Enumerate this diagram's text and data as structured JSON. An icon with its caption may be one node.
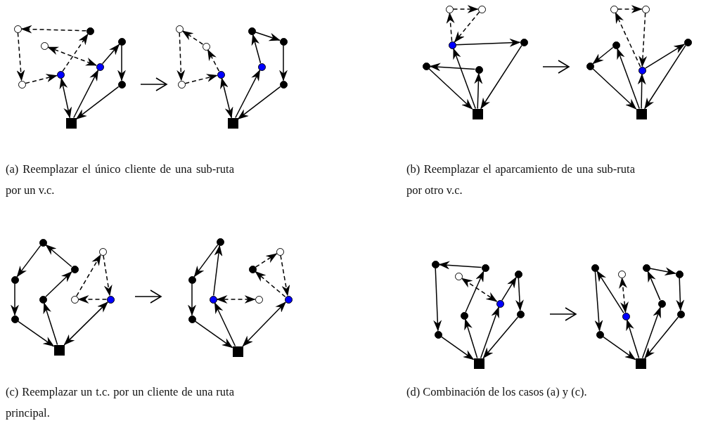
{
  "diagram": {
    "nodes": [
      {
        "text": [],
        "shape": "circle"
      },
      {
        "text": [],
        "shape": "circle"
      },
      {
        "text": [],
        "shape": "circle"
      },
      {
        "text": [],
        "shape": "circle"
      },
      {
        "text": [],
        "shape": "circle"
      },
      {
        "text": [],
        "shape": "circle"
      },
      {
        "text": [],
        "shape": "circle"
      },
      {
        "text": [],
        "shape": "circle"
      },
      {
        "text": [],
        "shape": "box"
      },
      {
        "text": [],
        "shape": "circle"
      },
      {
        "text": [],
        "shape": "circle"
      },
      {
        "text": [],
        "shape": "circle"
      },
      {
        "text": [],
        "shape": "circle"
      },
      {
        "text": [],
        "shape": "circle"
      },
      {
        "text": [],
        "shape": "circle"
      },
      {
        "text": [],
        "shape": "circle"
      },
      {
        "text": [],
        "shape": "circle"
      },
      {
        "text": [],
        "shape": "box"
      },
      {
        "text": [],
        "shape": "circle"
      },
      {
        "text": [],
        "shape": "circle"
      },
      {
        "text": [],
        "shape": "circle"
      },
      {
        "text": [],
        "shape": "circle"
      },
      {
        "text": [],
        "shape": "circle"
      },
      {
        "text": [],
        "shape": "circle"
      },
      {
        "text": [],
        "shape": "box"
      },
      {
        "text": [],
        "shape": "circle"
      },
      {
        "text": [],
        "shape": "circle"
      },
      {
        "text": [],
        "shape": "circle"
      },
      {
        "text": [],
        "shape": "circle"
      },
      {
        "text": [],
        "shape": "circle"
      },
      {
        "text": [],
        "shape": "circle"
      },
      {
        "text": [],
        "shape": "box"
      },
      {
        "text": [],
        "shape": "circle"
      },
      {
        "text": [],
        "shape": "circle"
      },
      {
        "text": [],
        "shape": "circle"
      },
      {
        "text": [],
        "shape": "circle"
      },
      {
        "text": [],
        "shape": "circle"
      },
      {
        "text": [],
        "shape": "circle"
      },
      {
        "text": [],
        "shape": "circle"
      },
      {
        "text": [],
        "shape": "circle"
      },
      {
        "text": [],
        "shape": "box"
      },
      {
        "text": [],
        "shape": "circle"
      },
      {
        "text": [],
        "shape": "circle"
      },
      {
        "text": [],
        "shape": "circle"
      },
      {
        "text": [],
        "shape": "circle"
      },
      {
        "text": [],
        "shape": "circle"
      },
      {
        "text": [],
        "shape": "circle"
      },
      {
        "text": [],
        "shape": "circle"
      },
      {
        "text": [],
        "shape": "circle"
      },
      {
        "text": [],
        "shape": "box"
      },
      {
        "text": [],
        "shape": "circle"
      },
      {
        "text": [],
        "shape": "circle"
      },
      {
        "text": [],
        "shape": "circle"
      },
      {
        "text": [],
        "shape": "circle"
      },
      {
        "text": [],
        "shape": "circle"
      },
      {
        "text": [],
        "shape": "circle"
      },
      {
        "text": [],
        "shape": "circle"
      },
      {
        "text": [],
        "shape": "circle"
      },
      {
        "text": [],
        "shape": "box"
      },
      {
        "text": [],
        "shape": "circle"
      },
      {
        "text": [],
        "shape": "circle"
      },
      {
        "text": [],
        "shape": "circle"
      },
      {
        "text": [],
        "shape": "circle"
      },
      {
        "text": [],
        "shape": "circle"
      },
      {
        "text": [],
        "shape": "circle"
      },
      {
        "text": [],
        "shape": "circle"
      },
      {
        "text": [],
        "shape": "circle"
      },
      {
        "text": [],
        "shape": "box"
      }
    ],
    "edges": [
      {
        "from": 1,
        "to": 0,
        "arrow": "to",
        "style": "dashed"
      },
      {
        "from": 0,
        "to": 6,
        "arrow": "to",
        "style": "dashed"
      },
      {
        "from": 6,
        "to": 5,
        "arrow": "to",
        "style": "dashed"
      },
      {
        "from": 5,
        "to": 1,
        "arrow": "to",
        "style": "dashed"
      },
      {
        "from": 2,
        "to": 4,
        "arrow": "both",
        "style": "dashed"
      },
      {
        "from": 5,
        "to": 8,
        "arrow": "both"
      },
      {
        "from": 8,
        "to": 4,
        "arrow": "to"
      },
      {
        "from": 4,
        "to": 3,
        "arrow": "to"
      },
      {
        "from": 3,
        "to": 7,
        "arrow": "to"
      },
      {
        "from": 7,
        "to": 8,
        "arrow": "to"
      },
      {
        "from": 12,
        "to": 9,
        "arrow": "to",
        "style": "dashed"
      },
      {
        "from": 14,
        "to": 12,
        "arrow": "to",
        "style": "dashed"
      },
      {
        "from": 9,
        "to": 15,
        "arrow": "to",
        "style": "dashed"
      },
      {
        "from": 15,
        "to": 14,
        "arrow": "to",
        "style": "dashed"
      },
      {
        "from": 14,
        "to": 17,
        "arrow": "both"
      },
      {
        "from": 17,
        "to": 13,
        "arrow": "to"
      },
      {
        "from": 13,
        "to": 10,
        "arrow": "to"
      },
      {
        "from": 10,
        "to": 11,
        "arrow": "to"
      },
      {
        "from": 11,
        "to": 16,
        "arrow": "to"
      },
      {
        "from": 16,
        "to": 17,
        "arrow": "to"
      },
      {
        "from": 18,
        "to": 19,
        "arrow": "to",
        "style": "dashed"
      },
      {
        "from": 19,
        "to": 21,
        "arrow": "to",
        "style": "dashed"
      },
      {
        "from": 21,
        "to": 18,
        "arrow": "to",
        "style": "dashed"
      },
      {
        "from": 21,
        "to": 20,
        "arrow": "to"
      },
      {
        "from": 20,
        "to": 24,
        "arrow": "to"
      },
      {
        "from": 24,
        "to": 21,
        "arrow": "to"
      },
      {
        "from": 23,
        "to": 22,
        "arrow": "to"
      },
      {
        "from": 22,
        "to": 24,
        "arrow": "to"
      },
      {
        "from": 24,
        "to": 23,
        "arrow": "to"
      },
      {
        "from": 25,
        "to": 26,
        "arrow": "to",
        "style": "dashed"
      },
      {
        "from": 26,
        "to": 30,
        "arrow": "to",
        "style": "dashed"
      },
      {
        "from": 30,
        "to": 25,
        "arrow": "to",
        "style": "dashed"
      },
      {
        "from": 30,
        "to": 27,
        "arrow": "to"
      },
      {
        "from": 27,
        "to": 31,
        "arrow": "to"
      },
      {
        "from": 31,
        "to": 28,
        "arrow": "to"
      },
      {
        "from": 28,
        "to": 29,
        "arrow": "to"
      },
      {
        "from": 29,
        "to": 31,
        "arrow": "to"
      },
      {
        "from": 31,
        "to": 30,
        "arrow": "to"
      },
      {
        "from": 32,
        "to": 35,
        "arrow": "to"
      },
      {
        "from": 35,
        "to": 39,
        "arrow": "to"
      },
      {
        "from": 39,
        "to": 40,
        "arrow": "to"
      },
      {
        "from": 40,
        "to": 36,
        "arrow": "to"
      },
      {
        "from": 36,
        "to": 34,
        "arrow": "to"
      },
      {
        "from": 34,
        "to": 32,
        "arrow": "to"
      },
      {
        "from": 37,
        "to": 33,
        "arrow": "to",
        "style": "dashed"
      },
      {
        "from": 33,
        "to": 38,
        "arrow": "to",
        "style": "dashed"
      },
      {
        "from": 38,
        "to": 37,
        "arrow": "to",
        "style": "dashed"
      },
      {
        "from": 40,
        "to": 38,
        "arrow": "both"
      },
      {
        "from": 41,
        "to": 44,
        "arrow": "to"
      },
      {
        "from": 44,
        "to": 48,
        "arrow": "to"
      },
      {
        "from": 48,
        "to": 49,
        "arrow": "to"
      },
      {
        "from": 49,
        "to": 45,
        "arrow": "to"
      },
      {
        "from": 45,
        "to": 41,
        "arrow": "to"
      },
      {
        "from": 45,
        "to": 46,
        "arrow": "both",
        "style": "dashed"
      },
      {
        "from": 43,
        "to": 42,
        "arrow": "to",
        "style": "dashed"
      },
      {
        "from": 42,
        "to": 47,
        "arrow": "to",
        "style": "dashed"
      },
      {
        "from": 47,
        "to": 43,
        "arrow": "to",
        "style": "dashed"
      },
      {
        "from": 49,
        "to": 47,
        "arrow": "both"
      },
      {
        "from": 51,
        "to": 50,
        "arrow": "to"
      },
      {
        "from": 50,
        "to": 57,
        "arrow": "to"
      },
      {
        "from": 57,
        "to": 58,
        "arrow": "to"
      },
      {
        "from": 58,
        "to": 56,
        "arrow": "to"
      },
      {
        "from": 56,
        "to": 51,
        "arrow": "to"
      },
      {
        "from": 54,
        "to": 53,
        "arrow": "both",
        "style": "dashed"
      },
      {
        "from": 58,
        "to": 54,
        "arrow": "to"
      },
      {
        "from": 54,
        "to": 52,
        "arrow": "to"
      },
      {
        "from": 52,
        "to": 55,
        "arrow": "to"
      },
      {
        "from": 55,
        "to": 58,
        "arrow": "to"
      },
      {
        "from": 59,
        "to": 66,
        "arrow": "to"
      },
      {
        "from": 66,
        "to": 67,
        "arrow": "to"
      },
      {
        "from": 67,
        "to": 65,
        "arrow": "to"
      },
      {
        "from": 65,
        "to": 59,
        "arrow": "to"
      },
      {
        "from": 65,
        "to": 61,
        "arrow": "both",
        "style": "dashed"
      },
      {
        "from": 67,
        "to": 63,
        "arrow": "to"
      },
      {
        "from": 63,
        "to": 60,
        "arrow": "to"
      },
      {
        "from": 60,
        "to": 62,
        "arrow": "to"
      },
      {
        "from": 62,
        "to": 64,
        "arrow": "to"
      },
      {
        "from": 64,
        "to": 67,
        "arrow": "to"
      }
    ],
    "labels": [
      "(a) Reemplazar el único cliente de una sub-ruta por un v.c.",
      "(b) Reemplazar el aparcamiento de una sub-ruta por otro v.c.",
      "(c) Reemplazar un t.c. por un cliente de una ruta principal.",
      "(d) Combinación de los casos (a) y (c)."
    ]
  }
}
